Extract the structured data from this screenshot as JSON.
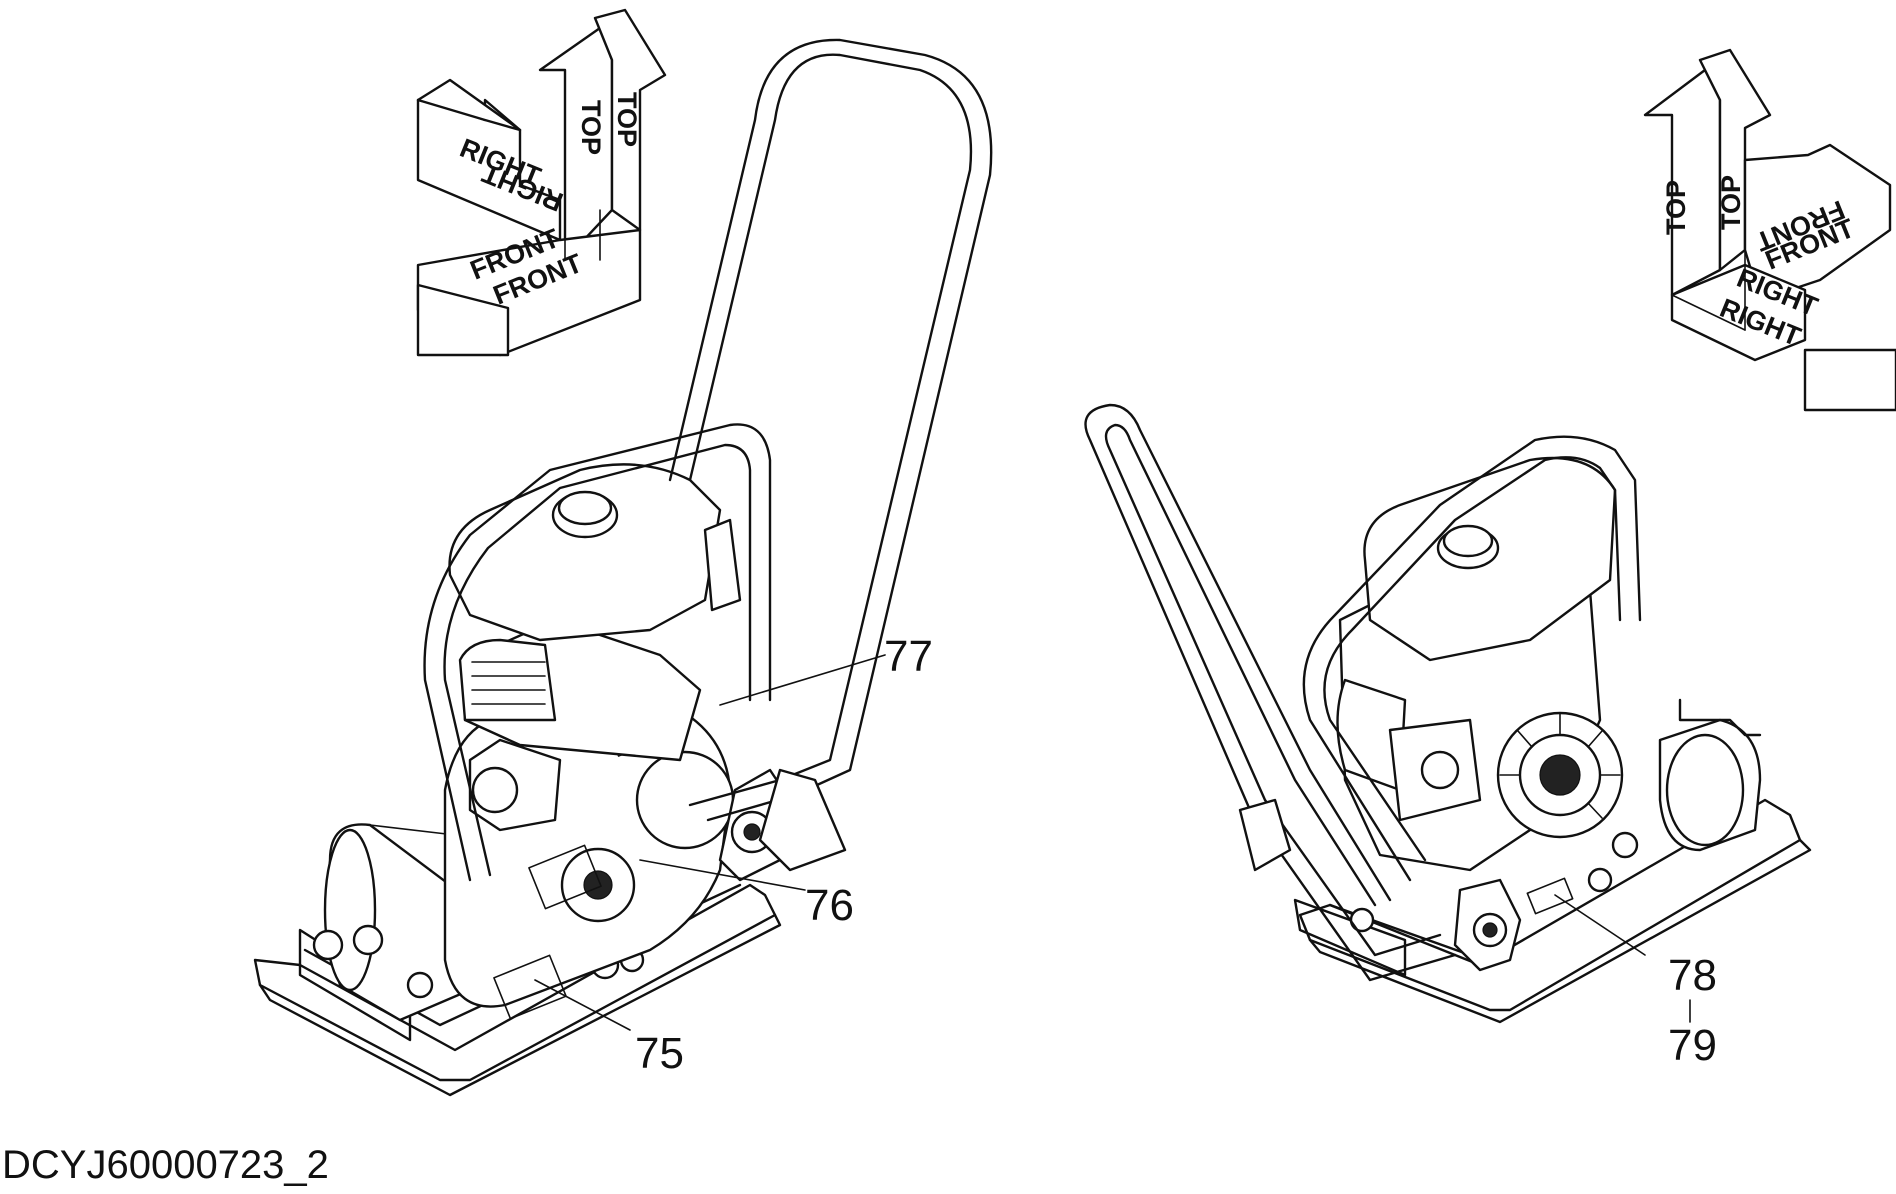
{
  "drawing_code": "DCYJ60000723_2",
  "axis_labels": {
    "top": "TOP",
    "right": "RIGHT",
    "front": "FRONT"
  },
  "callouts": [
    {
      "id": "75",
      "text": "75"
    },
    {
      "id": "76",
      "text": "76"
    },
    {
      "id": "77",
      "text": "77"
    },
    {
      "id": "78",
      "text": "78"
    },
    {
      "id": "79",
      "text": "79"
    }
  ],
  "range_separator": "|"
}
